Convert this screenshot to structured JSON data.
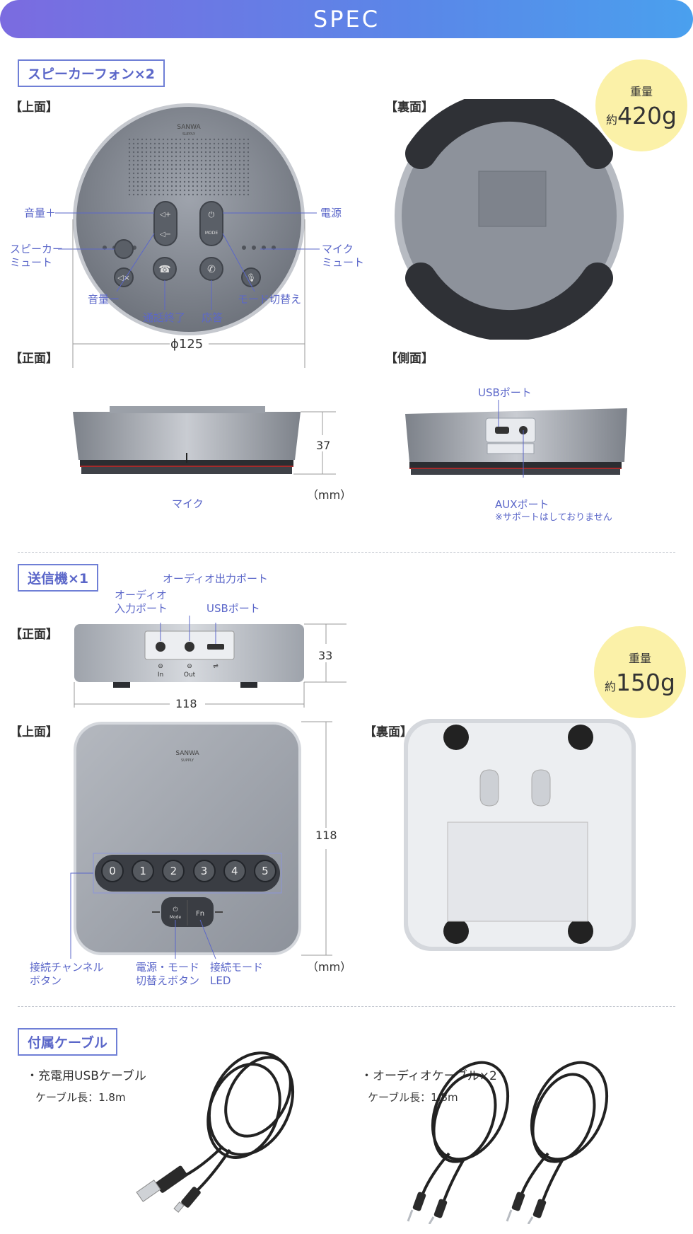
{
  "banner": {
    "title": "SPEC"
  },
  "speakerphone": {
    "section_label": "スピーカーフォン×2",
    "views": {
      "top": "【上面】",
      "back": "【裏面】",
      "front": "【正面】",
      "side": "【側面】"
    },
    "weight": {
      "label": "重量",
      "prefix": "約",
      "value": "420g"
    },
    "callouts": {
      "vol_up": "音量＋",
      "speaker_mute": "スピーカー\nミュート",
      "vol_down": "音量ー",
      "end_call": "通話終了",
      "answer": "応答",
      "mode_switch": "モード切替え",
      "mic_mute": "マイク\nミュート",
      "power": "電源",
      "mic": "マイク",
      "usb_port": "USBポート",
      "aux_port": "AUXポート",
      "aux_note": "※サポートはしておりません"
    },
    "dims": {
      "diameter": "ϕ125",
      "height": "37",
      "unit": "（mm）"
    },
    "device_brand": "SANWA",
    "device_brand_sub": "SUPPLY",
    "mode_key": "MODE"
  },
  "transmitter": {
    "section_label": "送信機×1",
    "views": {
      "front": "【正面】",
      "top": "【上面】",
      "back": "【裏面】"
    },
    "weight": {
      "label": "重量",
      "prefix": "約",
      "value": "150g"
    },
    "callouts": {
      "audio_in": "オーディオ\n入力ポート",
      "audio_out": "オーディオ出力ポート",
      "usb_port": "USBポート",
      "channel_btn": "接続チャンネル\nボタン",
      "power_mode_btn": "電源・モード\n切替えボタン",
      "mode_led": "接続モード\nLED"
    },
    "port_labels": {
      "in": "In",
      "out": "Out"
    },
    "dims": {
      "height": "33",
      "width": "118",
      "depth": "118",
      "unit": "（mm）"
    },
    "channel_buttons": [
      "0",
      "1",
      "2",
      "3",
      "4",
      "5"
    ],
    "mode_key": "Mode",
    "fn_key": "Fn",
    "device_brand": "SANWA",
    "device_brand_sub": "SUPPLY"
  },
  "cables": {
    "section_label": "付属ケーブル",
    "usb": {
      "title": "・充電用USBケーブル",
      "length": "ケーブル長：1.8m"
    },
    "audio": {
      "title": "・オーディオケーブル×2",
      "length": "ケーブル長：1.8m"
    }
  },
  "colors": {
    "accent": "#5b67c9",
    "banner_start": "#7b6be0",
    "banner_end": "#4aa0ee",
    "weight_badge": "#fbf1a8",
    "device_gray": "#8d929b"
  }
}
